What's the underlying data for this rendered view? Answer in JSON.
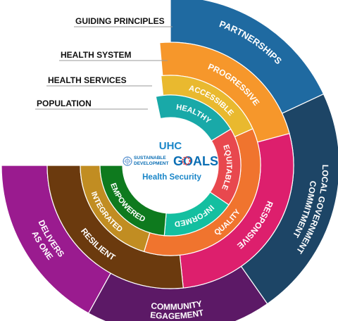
{
  "side_labels": {
    "guiding": "GUIDING PRINCIPLES",
    "health_system": "HEALTH SYSTEM",
    "health_services": "HEALTH SERVICES",
    "population": "POPULATION"
  },
  "center": {
    "uhc": "UHC",
    "sustainable": "SUSTAINABLE",
    "development": "DEVELOPMENT",
    "goals": "GOALS",
    "health_security": "Health Security",
    "un_emblem_icon": "un-emblem-icon"
  },
  "rings": {
    "guiding": {
      "partnerships": "PARTNERSHIPS",
      "local_gov_1": "LOCAL GOVERNMENT",
      "local_gov_2": "COMMITMENT",
      "community_1": "COMMUNITY",
      "community_2": "EGAGEMENT",
      "delivers_1": "DELIVERS",
      "delivers_2": "AS ONE"
    },
    "system": {
      "progressive": "PROGRESSIVE",
      "responsive": "RESPONSIVE",
      "resilient": "RESILIENT"
    },
    "services": {
      "accessible": "ACCESSIBLE",
      "quality": "QUALITY",
      "integrated": "INTEGRATED"
    },
    "population": {
      "healthy": "HEALTHY",
      "equitable": "EQUITABLE",
      "informed": "INFORMED",
      "empowered": "EMPOWERED"
    }
  },
  "colors": {
    "partnerships": "#1f6aa1",
    "local_government": "#1d4566",
    "community": "#5c1966",
    "delivers": "#9a1b8f",
    "progressive": "#f6972b",
    "responsive": "#dd1f6d",
    "resilient": "#6b3a0e",
    "accessible": "#e9b92f",
    "quality": "#f0742e",
    "integrated": "#c18d22",
    "healthy": "#19a9a8",
    "equitable": "#e8484e",
    "informed": "#14bfa0",
    "empowered": "#0e7a1e",
    "uhc_blue": "#1a86c8",
    "sdg_blue": "#0a6eb4",
    "label_line": "#999999"
  }
}
